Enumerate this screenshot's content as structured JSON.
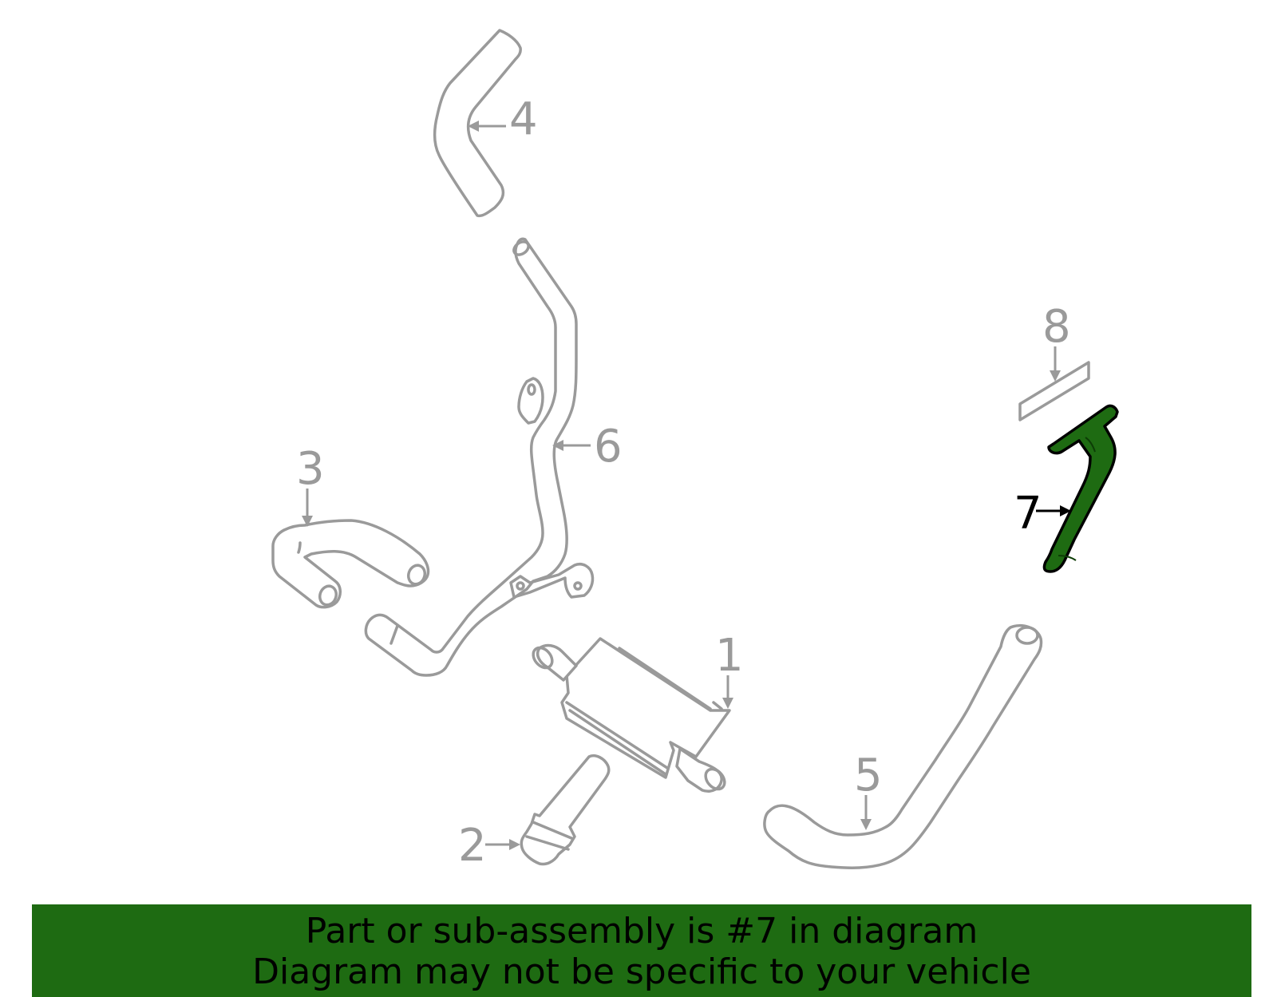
{
  "callouts": {
    "c1": "1",
    "c2": "2",
    "c3": "3",
    "c4": "4",
    "c5": "5",
    "c6": "6",
    "c7": "7",
    "c8": "8"
  },
  "highlighted_part": "7",
  "colors": {
    "part_outline": "#9a9a9a",
    "highlight_fill": "#1e6b12",
    "banner_background": "#1e6b12",
    "banner_text": "#000000"
  },
  "banner": {
    "line1": "Part or sub-assembly is #7 in diagram",
    "line2": "Diagram may not be specific to your vehicle"
  }
}
